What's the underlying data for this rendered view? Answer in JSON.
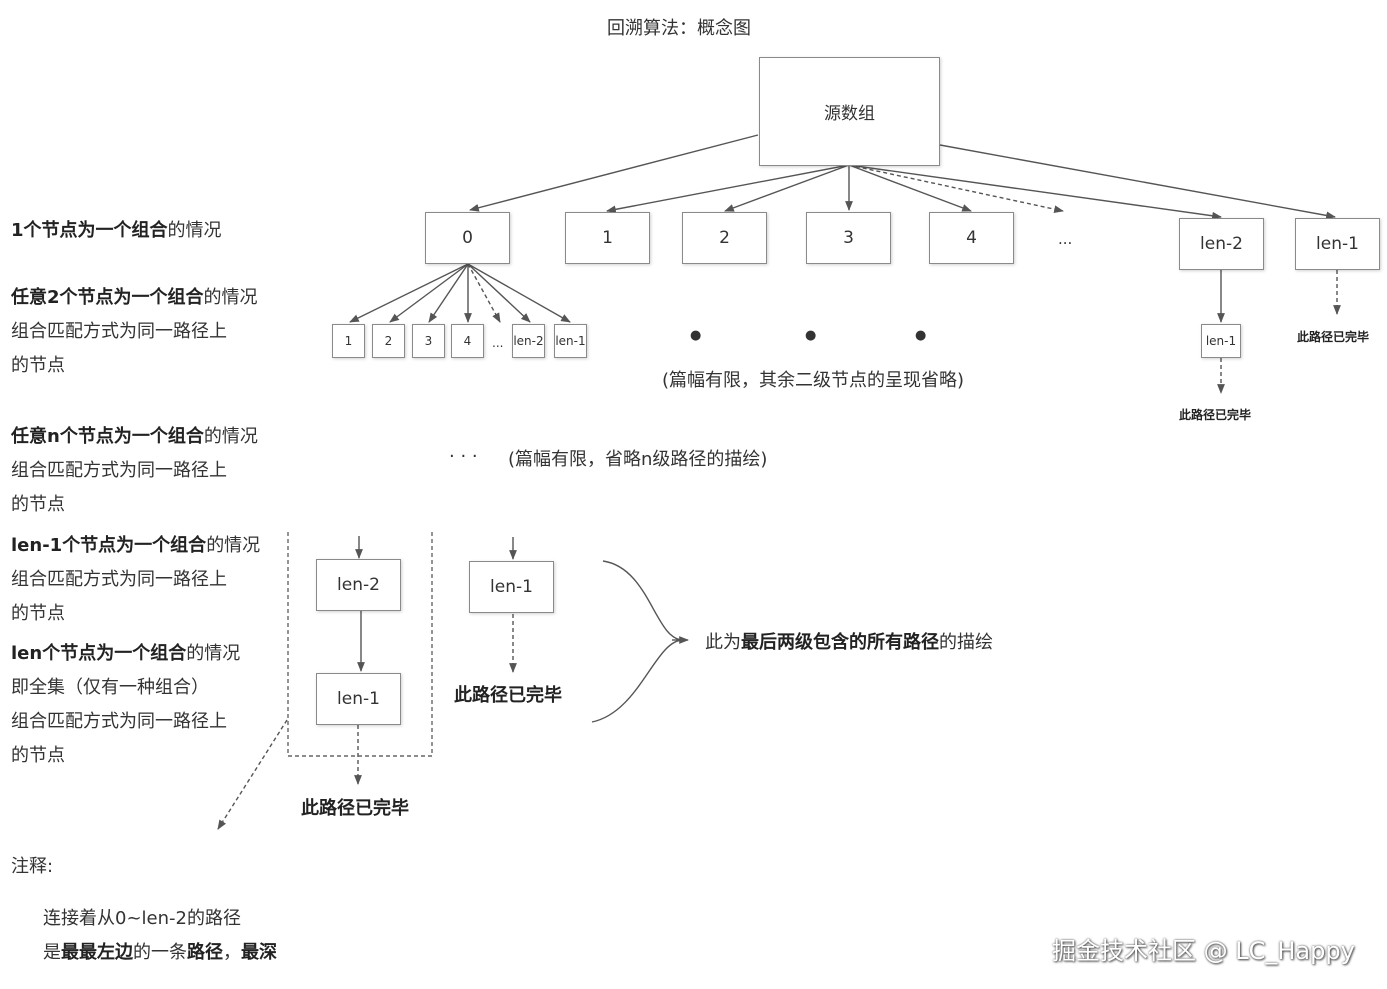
{
  "title": "回溯算法：概念图",
  "root": "源数组",
  "level1": [
    "0",
    "1",
    "2",
    "3",
    "4",
    "...",
    "len-2",
    "len-1"
  ],
  "level2": [
    "1",
    "2",
    "3",
    "4",
    "...",
    "len-2",
    "len-1"
  ],
  "len2_child": "len-1",
  "done": "此路径已完毕",
  "dots_note": "(篇幅有限，其余二级节点的呈现省略)",
  "ellipsis": "· · ·",
  "n_note": "(篇幅有限，省略n级路径的描绘)",
  "bullets": [
    "●",
    "●",
    "●"
  ],
  "last": {
    "left": [
      "len-2",
      "len-1"
    ],
    "right": "len-1"
  },
  "brace_text": {
    "pre": "此为",
    "bold": "最后两级包含的所有路径",
    "post": "的描绘"
  },
  "sections": [
    {
      "lines": [
        {
          "bold": "1个节点为一个组合",
          "normal": "的情况"
        }
      ]
    },
    {
      "lines": [
        {
          "bold": "任意2个节点为一个组合",
          "normal": "的情况"
        },
        {
          "bold": "",
          "normal": "组合匹配方式为同一路径上"
        },
        {
          "bold": "",
          "normal": "的节点"
        }
      ]
    },
    {
      "lines": [
        {
          "bold": "任意n个节点为一个组合",
          "normal": "的情况"
        },
        {
          "bold": "",
          "normal": "组合匹配方式为同一路径上"
        },
        {
          "bold": "",
          "normal": "的节点"
        }
      ]
    },
    {
      "lines": [
        {
          "bold": "len-1个节点为一个组合",
          "normal": "的情况"
        },
        {
          "bold": "",
          "normal": "组合匹配方式为同一路径上"
        },
        {
          "bold": "",
          "normal": "的节点"
        }
      ]
    },
    {
      "lines": [
        {
          "bold": "len个节点为一个组合",
          "normal": "的情况"
        },
        {
          "bold": "",
          "normal": "即全集（仅有一种组合）"
        },
        {
          "bold": "",
          "normal": "组合匹配方式为同一路径上"
        },
        {
          "bold": "",
          "normal": "的节点"
        }
      ]
    }
  ],
  "note": {
    "label": "注释:",
    "line1": "连接着从0~len-2的路径",
    "line2": [
      {
        "bold": false,
        "text": "是"
      },
      {
        "bold": true,
        "text": "最最左边"
      },
      {
        "bold": false,
        "text": "的一条"
      },
      {
        "bold": true,
        "text": "路径"
      },
      {
        "bold": false,
        "text": "，"
      },
      {
        "bold": true,
        "text": "最深"
      }
    ]
  },
  "watermark": "掘金技术社区 @ LC_Happy"
}
